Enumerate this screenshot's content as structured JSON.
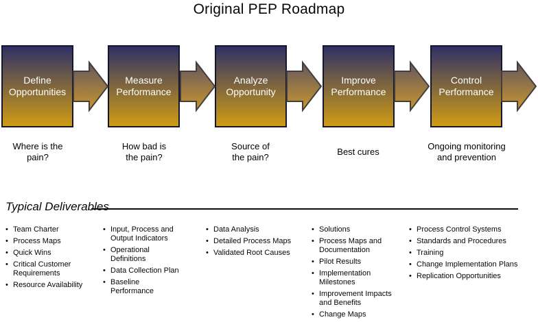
{
  "title": "Original PEP Roadmap",
  "deliverables_section": {
    "heading": "Typical Deliverables"
  },
  "colors": {
    "box_top": "#2f3166",
    "box_bottom": "#d09c15",
    "arrow_top": "#635760",
    "arrow_bottom": "#c9962e",
    "arrow_outline": "#433d3e",
    "box_border": "#14152e"
  },
  "phases": [
    {
      "label": "Define\nOpportunities",
      "question": "Where is the\npain?",
      "deliverables": [
        "Team Charter",
        "Process Maps",
        "Quick Wins",
        "Critical Customer\nRequirements",
        "Resource Availability"
      ]
    },
    {
      "label": "Measure\nPerformance",
      "question": "How bad is\nthe pain?",
      "deliverables": [
        "Input, Process and\nOutput Indicators",
        "Operational\nDefinitions",
        "Data Collection Plan",
        "Baseline\nPerformance"
      ]
    },
    {
      "label": "Analyze\nOpportunity",
      "question": "Source of\nthe pain?",
      "deliverables": [
        "Data Analysis",
        "Detailed Process Maps",
        "Validated Root Causes"
      ]
    },
    {
      "label": "Improve\nPerformance",
      "question": "Best cures",
      "deliverables": [
        "Solutions",
        "Process Maps and\nDocumentation",
        "Pilot Results",
        "Implementation\nMilestones",
        "Improvement Impacts\nand Benefits",
        "Change Maps"
      ]
    },
    {
      "label": "Control\nPerformance",
      "question": "Ongoing monitoring\nand prevention",
      "deliverables": [
        "Process Control Systems",
        "Standards and Procedures",
        "Training",
        "Change Implementation Plans",
        "Replication Opportunities"
      ]
    }
  ]
}
